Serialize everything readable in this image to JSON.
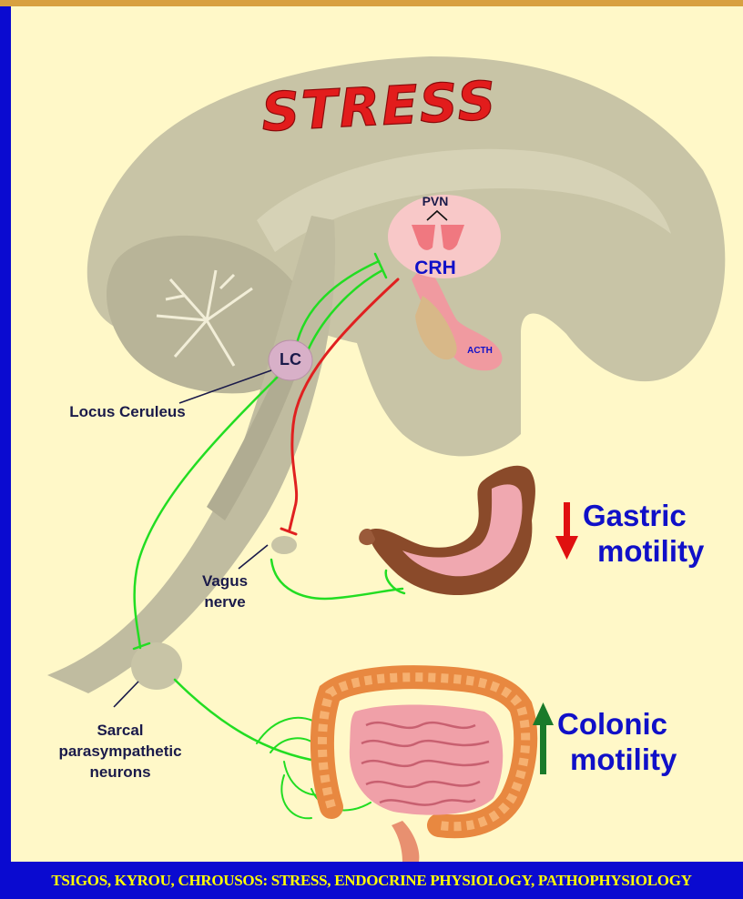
{
  "title": "STRESS",
  "labels": {
    "pvn": "PVN",
    "crh": "CRH",
    "acth": "ACTH",
    "lc": "LC",
    "locus_ceruleus": "Locus Ceruleus",
    "vagus_line1": "Vagus",
    "vagus_line2": "nerve",
    "sacral_line1": "Sarcal",
    "sacral_line2": "parasympathetic",
    "sacral_line3": "neurons",
    "gastric_line1": "Gastric",
    "gastric_line2": "motility",
    "colonic_line1": "Colonic",
    "colonic_line2": "motility"
  },
  "footer": "TSIGOS, KYROU, CHROUSOS: STRESS, ENDOCRINE PHYSIOLOGY, PATHOPHYSIOLOGY",
  "colors": {
    "background": "#fff8c8",
    "border": "#0a0ad0",
    "brain": "#c8c4a6",
    "green_pathway": "#22dd22",
    "red_pathway": "#e02020",
    "arrow_up": "#1a7a2a",
    "arrow_down": "#e01010",
    "footer_text": "#ffff00"
  },
  "indicators": {
    "gastric": "decrease",
    "colonic": "increase"
  }
}
